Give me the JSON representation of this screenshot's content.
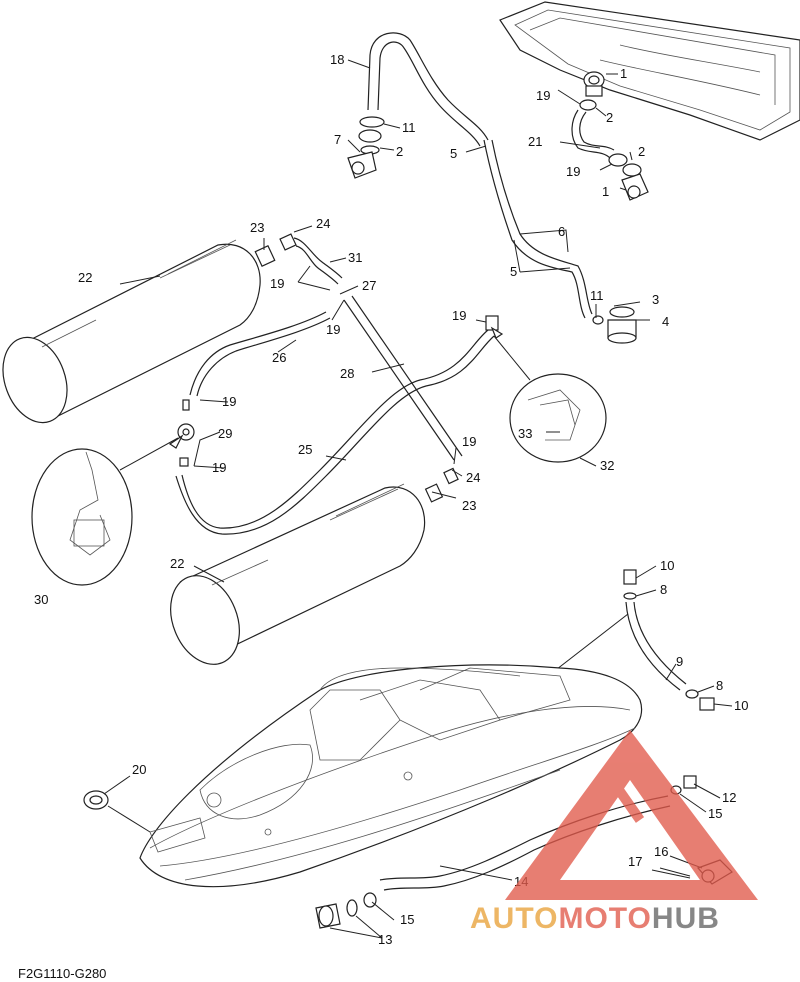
{
  "diagram": {
    "code": "F2G1110-G280",
    "labels": {
      "l1a": "1",
      "l1b": "1",
      "l2a": "2",
      "l2b": "2",
      "l2c": "2",
      "l3": "3",
      "l4": "4",
      "l5a": "5",
      "l5b": "5",
      "l6": "6",
      "l7": "7",
      "l8a": "8",
      "l8b": "8",
      "l9": "9",
      "l10a": "10",
      "l10b": "10",
      "l11a": "11",
      "l11b": "11",
      "l12": "12",
      "l13": "13",
      "l14": "14",
      "l15a": "15",
      "l15b": "15",
      "l16": "16",
      "l17": "17",
      "l18": "18",
      "l19a": "19",
      "l19b": "19",
      "l19c": "19",
      "l19d": "19",
      "l19e": "19",
      "l19f": "19",
      "l19g": "19",
      "l19h": "19",
      "l20": "20",
      "l21": "21",
      "l22a": "22",
      "l22b": "22",
      "l23a": "23",
      "l23b": "23",
      "l24a": "24",
      "l24b": "24",
      "l25": "25",
      "l26": "26",
      "l27": "27",
      "l28": "28",
      "l29": "29",
      "l30": "30",
      "l31": "31",
      "l32": "32",
      "l33": "33"
    }
  },
  "watermark": {
    "auto": "AUTO",
    "moto": "MOTO",
    "hub": "HUB",
    "accent_color": "#e15a4b",
    "secondary_color": "#e9a23b"
  }
}
